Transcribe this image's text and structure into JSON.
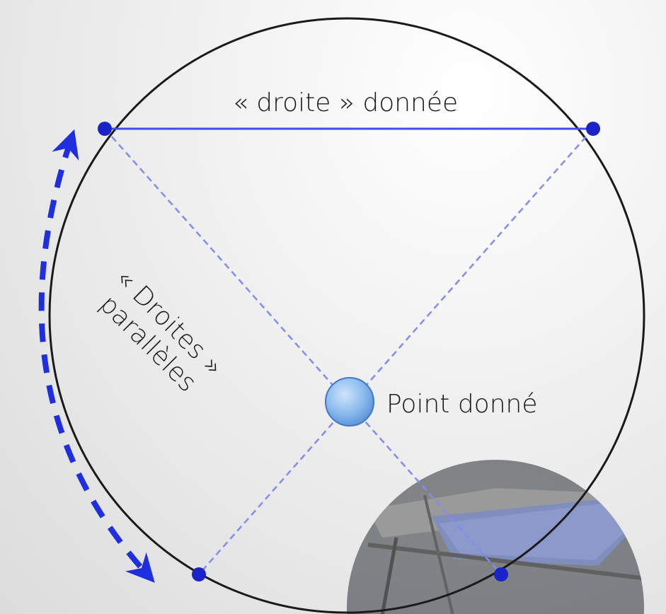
{
  "labels": {
    "given_line": "« droite » donnée",
    "parallels_line1": "« Droites »",
    "parallels_line2": "parallèles",
    "given_point": "Point donné"
  },
  "colors": {
    "circle": "#1a1a1a",
    "line": "#3b4cf0",
    "dashed": "#7f8cf2",
    "arrow": "#1f2fe0",
    "point_fill": "#7fb4ee",
    "point_stroke": "#3f78c8",
    "endpoint": "#1a23c8"
  },
  "icons": {
    "photo": "telescope-photo-thumbnail"
  }
}
